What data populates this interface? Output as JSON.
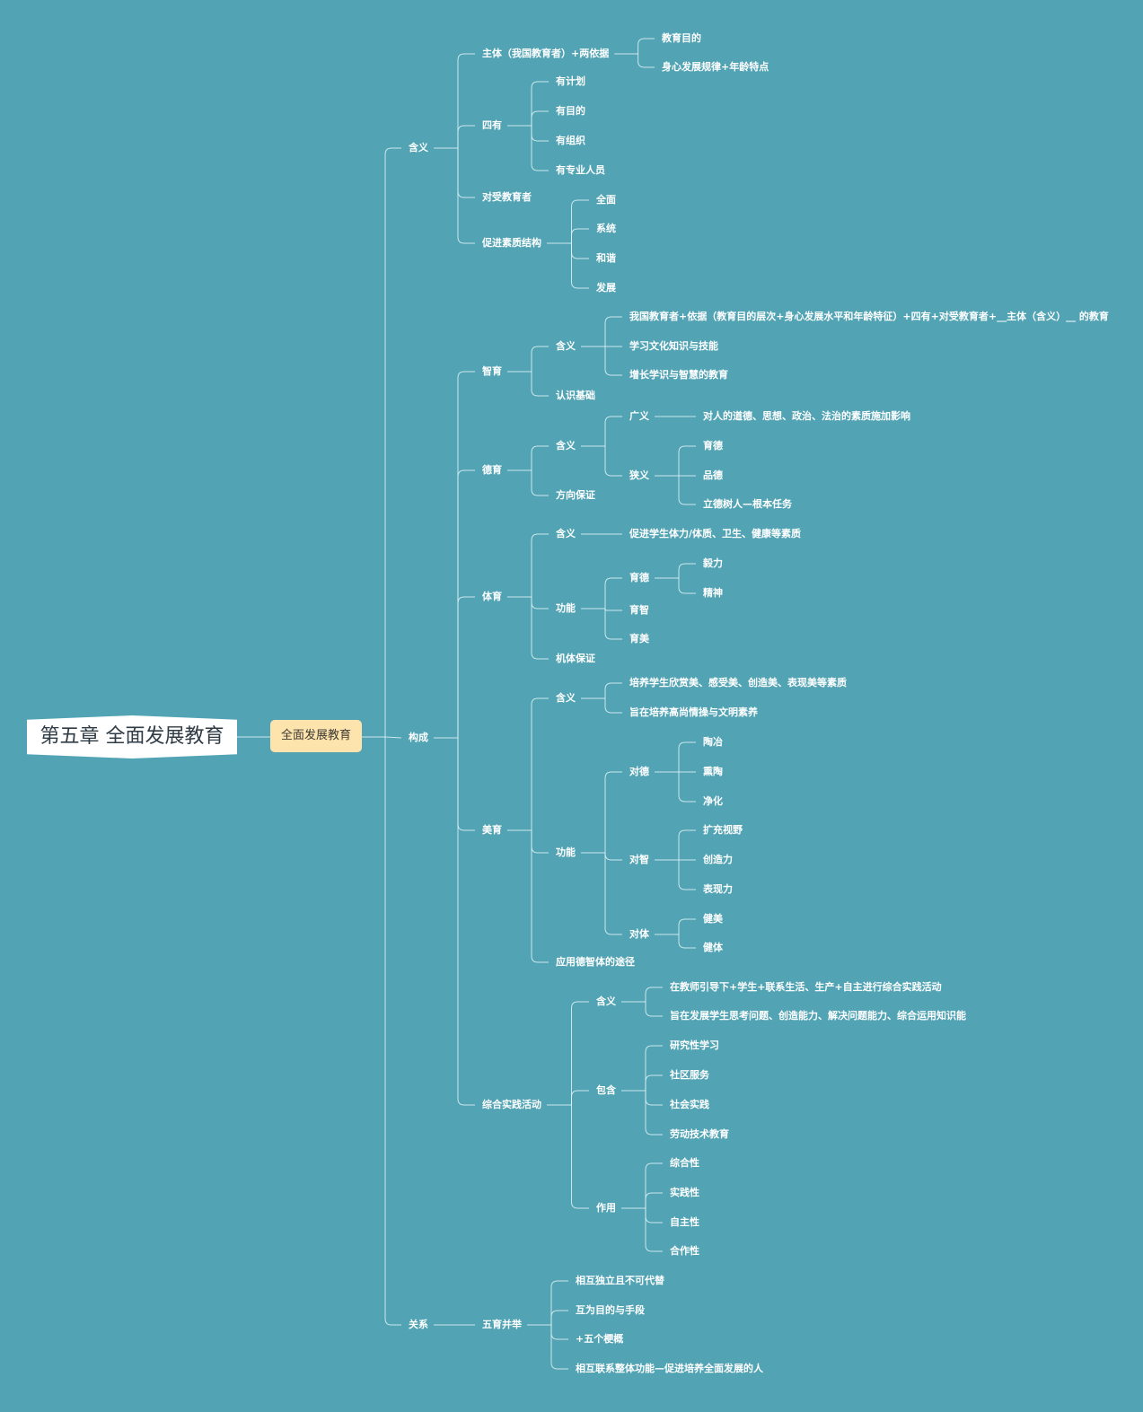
{
  "root": "第五章 全面发展教育",
  "center": "全面发展教育",
  "tree": [
    {
      "id": "hanyi",
      "label": "含义",
      "children": [
        {
          "id": "zhuti",
          "label": "主体（我国教育者）+两依据",
          "children": [
            {
              "id": "jymd",
              "label": "教育目的"
            },
            {
              "id": "sxfz",
              "label": "身心发展规律+年龄特点"
            }
          ]
        },
        {
          "id": "siyou",
          "label": "四有",
          "children": [
            {
              "id": "yjh",
              "label": "有计划"
            },
            {
              "id": "ymd",
              "label": "有目的"
            },
            {
              "id": "yzz",
              "label": "有组织"
            },
            {
              "id": "yzy",
              "label": "有专业人员"
            }
          ]
        },
        {
          "id": "dsjyz",
          "label": "对受教育者"
        },
        {
          "id": "cjsz",
          "label": "促进素质结构",
          "children": [
            {
              "id": "qm",
              "label": "全面"
            },
            {
              "id": "xt",
              "label": "系统"
            },
            {
              "id": "hx",
              "label": "和谐"
            },
            {
              "id": "fz",
              "label": "发展"
            }
          ]
        }
      ]
    },
    {
      "id": "goucheng",
      "label": "构成",
      "children": [
        {
          "id": "zhiyu",
          "label": "智育",
          "children": [
            {
              "id": "zy_hy",
              "label": "含义",
              "children": [
                {
                  "id": "zy_hy1",
                  "label": "我国教育者+依据（教育目的层次+身心发展水平和年龄特征）+四有+对受教育者+__主体（含义）__ 的教育"
                },
                {
                  "id": "zy_hy2",
                  "label": "学习文化知识与技能"
                },
                {
                  "id": "zy_hy3",
                  "label": "增长学识与智慧的教育"
                }
              ]
            },
            {
              "id": "rsjc",
              "label": "认识基础"
            }
          ]
        },
        {
          "id": "deyu",
          "label": "德育",
          "children": [
            {
              "id": "dy_hy",
              "label": "含义",
              "children": [
                {
                  "id": "guangyi",
                  "label": "广义",
                  "children": [
                    {
                      "id": "gy1",
                      "label": "对人的道德、思想、政治、法治的素质施加影响"
                    }
                  ]
                },
                {
                  "id": "xiayi",
                  "label": "狭义",
                  "children": [
                    {
                      "id": "xy1",
                      "label": "育德"
                    },
                    {
                      "id": "xy2",
                      "label": "品德"
                    },
                    {
                      "id": "xy3",
                      "label": "立德树人—根本任务"
                    }
                  ]
                }
              ]
            },
            {
              "id": "fxbz",
              "label": "方向保证"
            }
          ]
        },
        {
          "id": "tiyu",
          "label": "体育",
          "children": [
            {
              "id": "ty_hy",
              "label": "含义",
              "children": [
                {
                  "id": "ty_hy1",
                  "label": "促进学生体力/体质、卫生、健康等素质"
                }
              ]
            },
            {
              "id": "ty_gn",
              "label": "功能",
              "children": [
                {
                  "id": "ty_yd",
                  "label": "育德",
                  "children": [
                    {
                      "id": "yl",
                      "label": "毅力"
                    },
                    {
                      "id": "js",
                      "label": "精神"
                    }
                  ]
                },
                {
                  "id": "ty_yz",
                  "label": "育智"
                },
                {
                  "id": "ty_ym",
                  "label": "育美"
                }
              ]
            },
            {
              "id": "jtbz",
              "label": "机体保证"
            }
          ]
        },
        {
          "id": "meiyu",
          "label": "美育",
          "children": [
            {
              "id": "my_hy",
              "label": "含义",
              "children": [
                {
                  "id": "my_hy1",
                  "label": "培养学生欣赏美、感受美、创造美、表现美等素质"
                },
                {
                  "id": "my_hy2",
                  "label": "旨在培养高尚情操与文明素养"
                }
              ]
            },
            {
              "id": "my_gn",
              "label": "功能",
              "children": [
                {
                  "id": "duide",
                  "label": "对德",
                  "children": [
                    {
                      "id": "ty",
                      "label": "陶冶"
                    },
                    {
                      "id": "xt2",
                      "label": "熏陶"
                    },
                    {
                      "id": "jh",
                      "label": "净化"
                    }
                  ]
                },
                {
                  "id": "duizhi",
                  "label": "对智",
                  "children": [
                    {
                      "id": "kcsy",
                      "label": "扩充视野"
                    },
                    {
                      "id": "czl",
                      "label": "创造力"
                    },
                    {
                      "id": "bxl",
                      "label": "表现力"
                    }
                  ]
                },
                {
                  "id": "duiti",
                  "label": "对体",
                  "children": [
                    {
                      "id": "jm",
                      "label": "健美"
                    },
                    {
                      "id": "jt",
                      "label": "健体"
                    }
                  ]
                }
              ]
            },
            {
              "id": "yydzt",
              "label": "应用德智体的途径"
            }
          ]
        },
        {
          "id": "zhsj",
          "label": "综合实践活动",
          "children": [
            {
              "id": "zh_hy",
              "label": "含义",
              "children": [
                {
                  "id": "zh_hy1",
                  "label": "在教师引导下+学生+联系生活、生产+自主进行综合实践活动"
                },
                {
                  "id": "zh_hy2",
                  "label": "旨在发展学生思考问题、创造能力、解决问题能力、综合运用知识能"
                }
              ]
            },
            {
              "id": "baohan",
              "label": "包含",
              "children": [
                {
                  "id": "yjxxx",
                  "label": "研究性学习"
                },
                {
                  "id": "sqfw",
                  "label": "社区服务"
                },
                {
                  "id": "shsj",
                  "label": "社会实践"
                },
                {
                  "id": "ldjs",
                  "label": "劳动技术教育"
                }
              ]
            },
            {
              "id": "zuoyong",
              "label": "作用",
              "children": [
                {
                  "id": "zhx",
                  "label": "综合性"
                },
                {
                  "id": "sjx",
                  "label": "实践性"
                },
                {
                  "id": "zzx",
                  "label": "自主性"
                },
                {
                  "id": "hzx",
                  "label": "合作性"
                }
              ]
            }
          ]
        }
      ]
    },
    {
      "id": "guanxi",
      "label": "关系",
      "children": [
        {
          "id": "wybj",
          "label": "五育并举",
          "children": [
            {
              "id": "wy1",
              "label": "相互独立且不可代替"
            },
            {
              "id": "wy2",
              "label": "互为目的与手段"
            },
            {
              "id": "wy3",
              "label": "+五个梗概"
            },
            {
              "id": "wy4",
              "label": "相互联系整体功能—促进培养全面发展的人"
            }
          ]
        }
      ]
    }
  ]
}
